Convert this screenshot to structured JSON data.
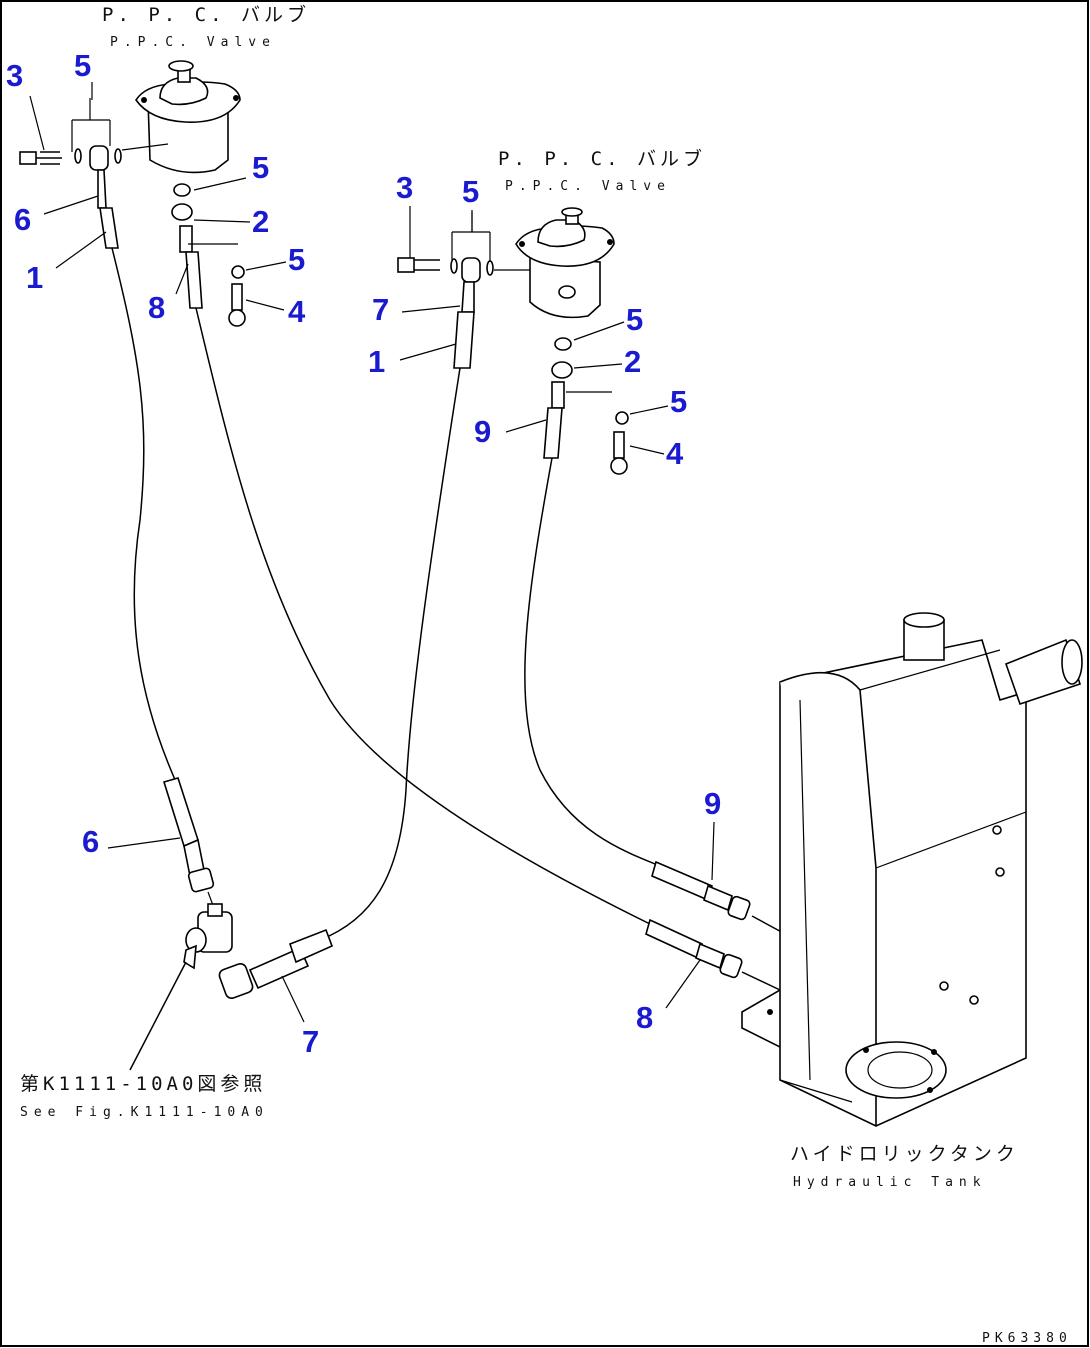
{
  "labels": {
    "ppc_valve_jp_1": "P. P. C. バルブ",
    "ppc_valve_en_1": "P.P.C. Valve",
    "ppc_valve_jp_2": "P. P. C. バルブ",
    "ppc_valve_en_2": "P.P.C. Valve",
    "ref_jp": "第K1111-10A0図参照",
    "ref_en": "See Fig.K1111-10A0",
    "tank_jp": "ハイドロリックタンク",
    "tank_en": "Hydraulic Tank",
    "drawing_code": "PK63380"
  },
  "callouts": [
    "3",
    "5",
    "5",
    "6",
    "2",
    "1",
    "5",
    "8",
    "4",
    "3",
    "5",
    "7",
    "1",
    "5",
    "2",
    "9",
    "5",
    "4",
    "9",
    "6",
    "8",
    "7"
  ],
  "colors": {
    "callout": "#1a1ad0",
    "line": "#000000",
    "background": "#ffffff"
  }
}
